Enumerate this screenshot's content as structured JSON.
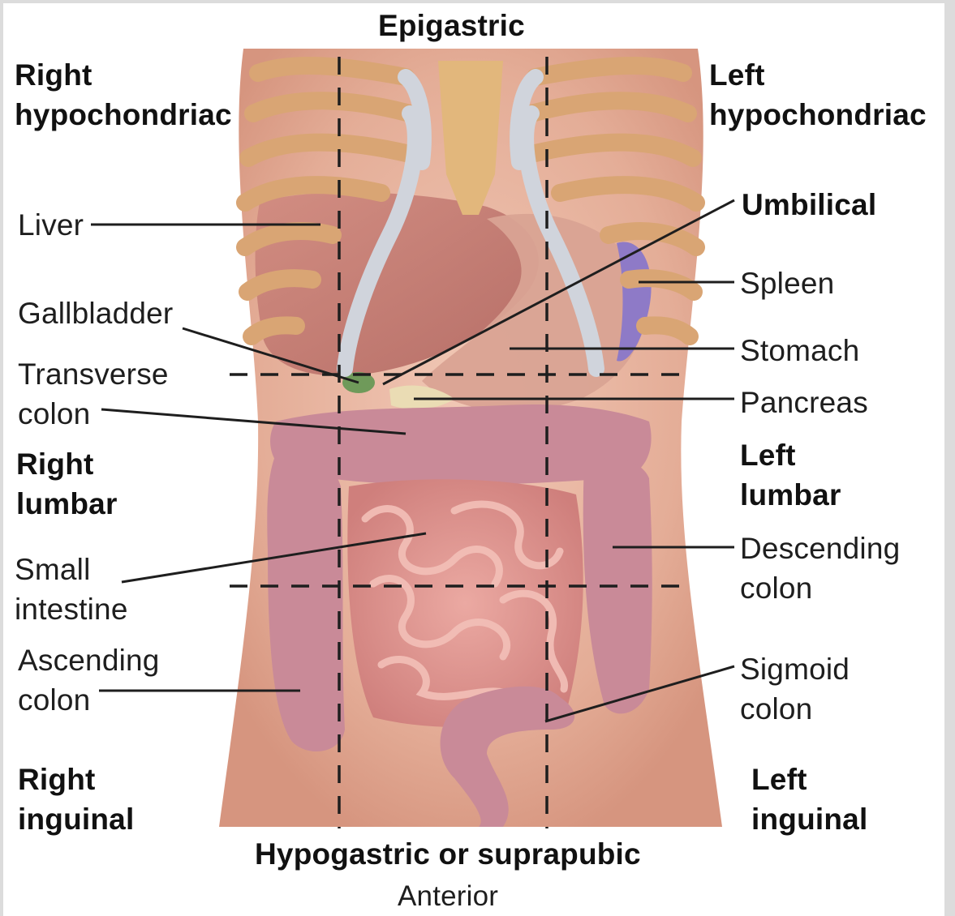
{
  "regions": {
    "epigastric": "Epigastric",
    "right_hypochondriac": [
      "Right",
      "hypochondriac"
    ],
    "left_hypochondriac": [
      "Left",
      "hypochondriac"
    ],
    "umbilical": "Umbilical",
    "right_lumbar": [
      "Right",
      "lumbar"
    ],
    "left_lumbar": [
      "Left",
      "lumbar"
    ],
    "right_inguinal": [
      "Right",
      "inguinal"
    ],
    "left_inguinal": [
      "Left",
      "inguinal"
    ],
    "hypogastric": "Hypogastric or suprapubic"
  },
  "organs": {
    "liver": "Liver",
    "gallbladder": "Gallbladder",
    "transverse_colon": [
      "Transverse",
      "colon"
    ],
    "small_intestine": [
      "Small",
      "intestine"
    ],
    "ascending_colon": [
      "Ascending",
      "colon"
    ],
    "spleen": "Spleen",
    "stomach": "Stomach",
    "pancreas": "Pancreas",
    "descending_colon": [
      "Descending",
      "colon"
    ],
    "sigmoid_colon": [
      "Sigmoid",
      "colon"
    ]
  },
  "view": "Anterior",
  "colors": {
    "background": "#dcdcdc",
    "panel": "#ffffff",
    "skin": "#e7b49f",
    "rib": "#d9a574",
    "cartilage": "#d0d4dc",
    "liver": "#c07a72",
    "stomach": "#d49a8a",
    "intestine": "#d58c8a",
    "colon": "#c98a98",
    "spleen": "#8e7ac7",
    "gallbladder": "#6f9a5a",
    "pancreas": "#eadcb4",
    "leader_line": "#1e1e1e"
  }
}
